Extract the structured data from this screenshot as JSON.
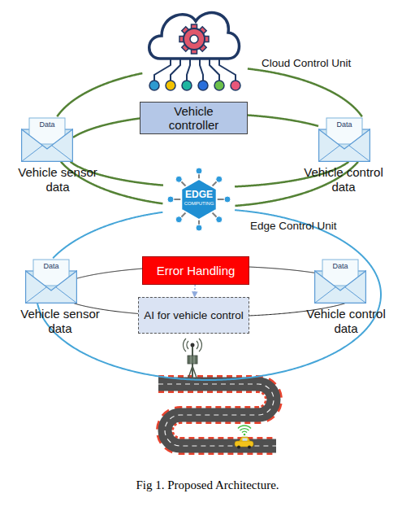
{
  "diagram": {
    "caption": "Fig 1. Proposed Architecture.",
    "nodes": [
      {
        "text": [
          "Cloud Control Unit"
        ]
      },
      {
        "text": [
          "Vehicle controller"
        ]
      },
      {
        "text": [
          "Data",
          "Vehicle sensor data"
        ]
      },
      {
        "text": [
          "Data",
          "Vehicle control data"
        ]
      },
      {
        "text": [
          "EDGE",
          "COMPUTING",
          "Edge Control Unit"
        ]
      },
      {
        "text": [
          "Error Handling"
        ]
      },
      {
        "text": [
          "Data",
          "Vehicle sensor data"
        ]
      },
      {
        "text": [
          "Data",
          "Vehicle control data"
        ]
      },
      {
        "text": [
          "AI for vehicle control"
        ]
      }
    ],
    "edges": [
      {
        "from": 0,
        "to": 2,
        "arrow": "none"
      },
      {
        "from": 2,
        "to": 4,
        "arrow": "none"
      },
      {
        "from": 4,
        "to": 3,
        "arrow": "none"
      },
      {
        "from": 3,
        "to": 0,
        "arrow": "none"
      },
      {
        "from": 1,
        "to": 2,
        "arrow": "none"
      },
      {
        "from": 2,
        "to": 4,
        "arrow": "none"
      },
      {
        "from": 4,
        "to": 3,
        "arrow": "none"
      },
      {
        "from": 3,
        "to": 1,
        "arrow": "none"
      },
      {
        "from": 4,
        "to": 6,
        "arrow": "none"
      },
      {
        "from": 4,
        "to": 7,
        "arrow": "none"
      },
      {
        "from": 6,
        "to": 7,
        "arrow": "none"
      },
      {
        "from": 6,
        "to": 5,
        "arrow": "none"
      },
      {
        "from": 5,
        "to": 7,
        "arrow": "none"
      },
      {
        "from": 6,
        "to": 8,
        "arrow": "none"
      },
      {
        "from": 8,
        "to": 7,
        "arrow": "none"
      },
      {
        "from": 5,
        "to": 8,
        "arrow": "to"
      }
    ]
  }
}
